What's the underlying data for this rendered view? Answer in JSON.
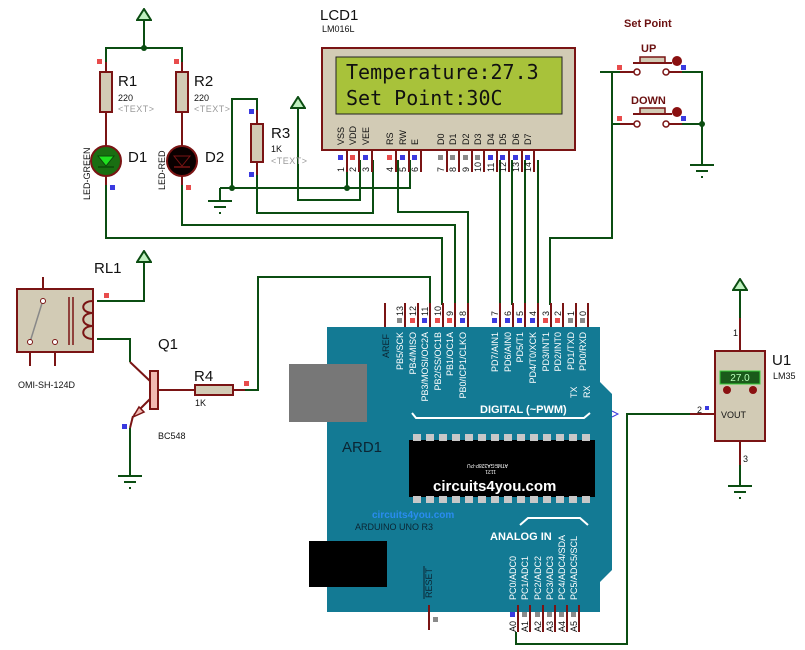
{
  "lcd": {
    "ref": "LCD1",
    "model": "LM016L",
    "line1": "Temperature:27.3",
    "line2": "Set Point:30C",
    "pins": [
      {
        "num": "1",
        "name": "VSS",
        "state": "low"
      },
      {
        "num": "2",
        "name": "VDD",
        "state": "high"
      },
      {
        "num": "3",
        "name": "VEE",
        "state": "low"
      },
      {
        "num": "4",
        "name": "RS",
        "state": "high"
      },
      {
        "num": "5",
        "name": "RW",
        "state": "low"
      },
      {
        "num": "6",
        "name": "E",
        "state": "low"
      },
      {
        "num": "7",
        "name": "D0",
        "state": "float"
      },
      {
        "num": "8",
        "name": "D1",
        "state": "float"
      },
      {
        "num": "9",
        "name": "D2",
        "state": "float"
      },
      {
        "num": "10",
        "name": "D3",
        "state": "float"
      },
      {
        "num": "11",
        "name": "D4",
        "state": "low"
      },
      {
        "num": "12",
        "name": "D5",
        "state": "low"
      },
      {
        "num": "13",
        "name": "D6",
        "state": "low"
      },
      {
        "num": "14",
        "name": "D7",
        "state": "low"
      }
    ]
  },
  "resistors": [
    {
      "ref": "R1",
      "value": "220",
      "text": "<TEXT>"
    },
    {
      "ref": "R2",
      "value": "220",
      "text": "<TEXT>"
    },
    {
      "ref": "R3",
      "value": "1K",
      "text": "<TEXT>"
    },
    {
      "ref": "R4",
      "value": "1K"
    }
  ],
  "leds": [
    {
      "ref": "D1",
      "type": "LED-GREEN",
      "color": "#1fe01f",
      "on": true
    },
    {
      "ref": "D2",
      "type": "LED-RED",
      "color": "#000000",
      "on": false
    }
  ],
  "relay": {
    "ref": "RL1",
    "model": "OMI-SH-124D"
  },
  "transistor": {
    "ref": "Q1",
    "model": "BC548"
  },
  "setpoint": {
    "title": "Set Point",
    "up_label": "UP",
    "down_label": "DOWN"
  },
  "sensor": {
    "ref": "U1",
    "model": "LM35",
    "reading": "27.0",
    "pin_out_label": "VOUT",
    "pins": [
      "1",
      "2",
      "3"
    ]
  },
  "arduino": {
    "ref": "ARD1",
    "model": "ARDUINO UNO R3",
    "chip_mark": "ATMEGA328P-PU",
    "chip_code": "1121",
    "watermark_chip": "circuits4you.com",
    "watermark_board": "circuits4you.com",
    "digital_title": "DIGITAL (~PWM)",
    "analog_title": "ANALOG IN",
    "aref_label": "AREF",
    "reset_label": "RESET",
    "tx_label": "TX",
    "rx_label": "RX",
    "digital_pins": [
      {
        "num": "13",
        "name": "PB5/SCK",
        "state": "float"
      },
      {
        "num": "12",
        "name": "PB4/MISO",
        "state": "high"
      },
      {
        "num": "11",
        "name": "PB3/MOSI/OC2A",
        "state": "low"
      },
      {
        "num": "10",
        "name": "PB2/SS/OC1B",
        "state": "high"
      },
      {
        "num": "9",
        "name": "PB1/OC1A",
        "state": "high"
      },
      {
        "num": "8",
        "name": "PB0/ICP1/CLKO",
        "state": "low"
      },
      {
        "num": "7",
        "name": "PD7/AIN1",
        "state": "low"
      },
      {
        "num": "6",
        "name": "PD6/AIN0",
        "state": "low"
      },
      {
        "num": "5",
        "name": "PD5/T1",
        "state": "low"
      },
      {
        "num": "4",
        "name": "PD4/T0/XCK",
        "state": "low"
      },
      {
        "num": "3",
        "name": "PD3/INT1",
        "state": "high"
      },
      {
        "num": "2",
        "name": "PD2/INT0",
        "state": "high"
      },
      {
        "num": "1",
        "name": "PD1/TXD",
        "state": "float"
      },
      {
        "num": "0",
        "name": "PD0/RXD",
        "state": "float"
      }
    ],
    "analog_pins": [
      {
        "num": "A0",
        "name": "PC0/ADC0",
        "state": "low"
      },
      {
        "num": "A1",
        "name": "PC1/ADC1",
        "state": "float"
      },
      {
        "num": "A2",
        "name": "PC2/ADC2",
        "state": "float"
      },
      {
        "num": "A3",
        "name": "PC3/ADC3",
        "state": "float"
      },
      {
        "num": "A4",
        "name": "PC4/ADC4/SDA",
        "state": "float"
      },
      {
        "num": "A5",
        "name": "PC5/ADC5/SCL",
        "state": "float"
      }
    ]
  },
  "colors": {
    "wire": "#0b4d12",
    "lead": "#7a1414",
    "board": "#137a94",
    "lcd_screen": "#a8c23a",
    "pin_high": "#e84c4c",
    "pin_low": "#3a3ae0",
    "pin_float": "#8a8a8a"
  }
}
